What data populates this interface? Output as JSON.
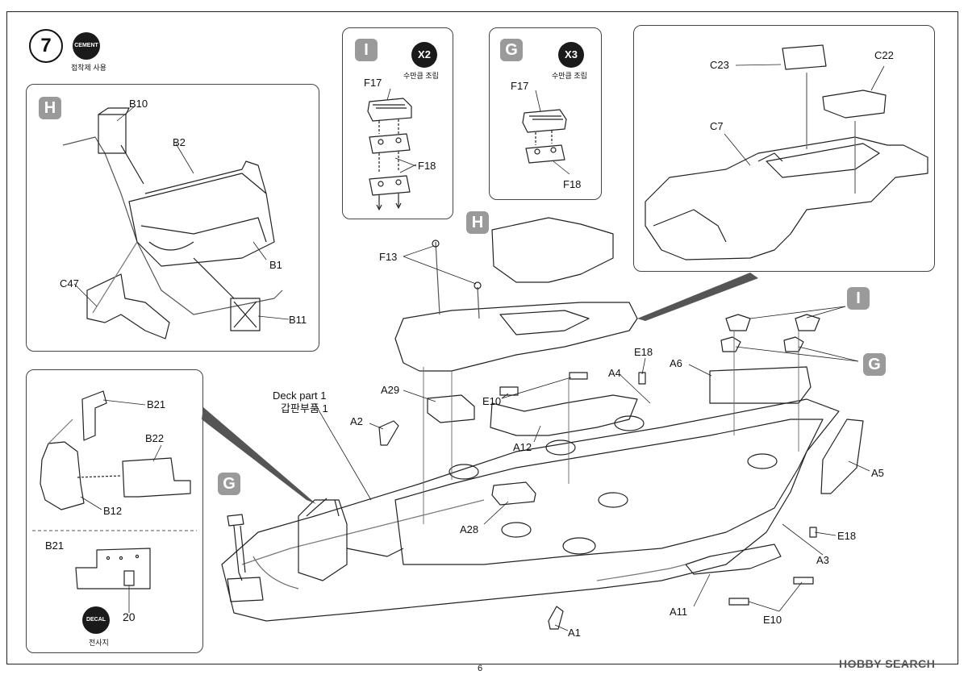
{
  "page": {
    "step_number": "7",
    "page_number": "6",
    "watermark": "HOBBY SEARCH"
  },
  "badges": {
    "cement_label": "CEMENT",
    "cement_caption": "접착제 사용",
    "decal_label": "DECAL",
    "decal_caption": "전사지",
    "x2_label": "X2",
    "x3_label": "X3",
    "qty_caption": "수만큼 조립"
  },
  "letters": {
    "H": "H",
    "I": "I",
    "G": "G"
  },
  "parts": {
    "B10": "B10",
    "B2": "B2",
    "B1": "B1",
    "C47": "C47",
    "B11": "B11",
    "B21": "B21",
    "B22": "B22",
    "B12": "B12",
    "decal_no": "20",
    "F17": "F17",
    "F18": "F18",
    "C23": "C23",
    "C22": "C22",
    "C7": "C7",
    "F13": "F13",
    "E18": "E18",
    "A4": "A4",
    "A6": "A6",
    "A29": "A29",
    "E10": "E10",
    "A2": "A2",
    "A12": "A12",
    "A28": "A28",
    "A5": "A5",
    "A3": "A3",
    "A11": "A11",
    "A1": "A1"
  },
  "deck": {
    "label_en": "Deck part 1",
    "label_ko": "갑판부품 1"
  }
}
